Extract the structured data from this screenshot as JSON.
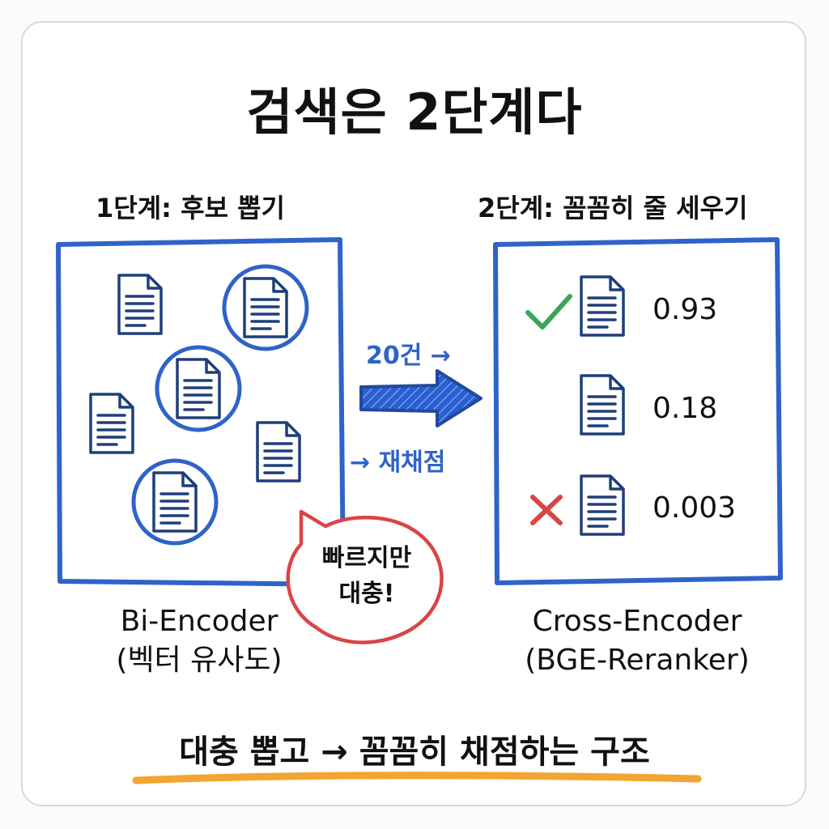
{
  "title": "검색은 2단계다",
  "stage1": {
    "label": "1단계: 후보 뽑기",
    "encoder_name": "Bi-Encoder",
    "encoder_detail": "(벡터 유사도)"
  },
  "stage2": {
    "label": "2단계: 꼼꼼히 줄 세우기",
    "encoder_name": "Cross-Encoder",
    "encoder_detail": "(BGE-Reranker)",
    "results": [
      {
        "score": "0.93",
        "mark": "check"
      },
      {
        "score": "0.18",
        "mark": "none"
      },
      {
        "score": "0.003",
        "mark": "cross"
      }
    ]
  },
  "transfer": {
    "count_label": "20건 →",
    "rescore_label": "→ 재채점"
  },
  "bubble": {
    "line1": "빠르지만",
    "line2": "대충!"
  },
  "footer": "대충 뽑고 → 꼼꼼히 채점하는 구조",
  "colors": {
    "blue": "#2f63c9",
    "navy": "#1f3f7a",
    "green": "#3aa655",
    "red": "#d94545",
    "orange": "#f2a531"
  }
}
